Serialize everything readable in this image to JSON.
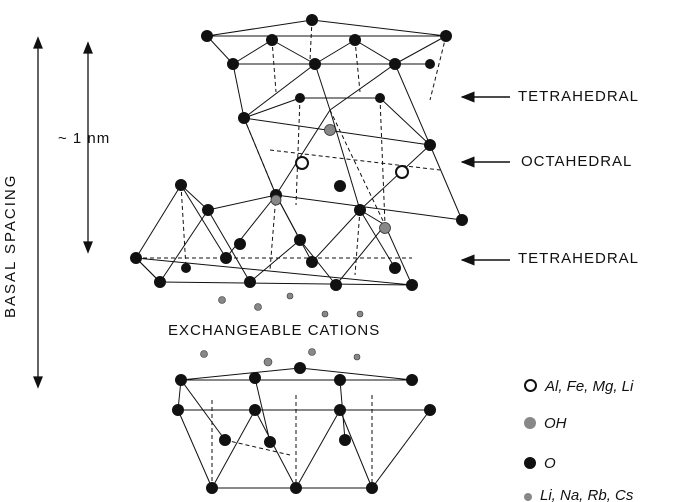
{
  "labels": {
    "basal_spacing": "BASAL SPACING",
    "one_nm": "~ 1  nm",
    "tetrahedral_top": "TETRAHEDRAL",
    "octahedral": "OCTAHEDRAL",
    "tetrahedral_bottom": "TETRAHEDRAL",
    "exchangeable_cations": "EXCHANGEABLE   CATIONS"
  },
  "legend": [
    {
      "key": "al",
      "label": "Al,  Fe,  Mg,  Li"
    },
    {
      "key": "oh",
      "label": "OH"
    },
    {
      "key": "o",
      "label": "O"
    },
    {
      "key": "cat",
      "label": "Li,  Na,  Rb,  Cs"
    }
  ],
  "colors": {
    "oxygen": "#111111",
    "hydroxyl": "#888888",
    "cation_octahedral": "#ffffff",
    "line": "#111111"
  }
}
